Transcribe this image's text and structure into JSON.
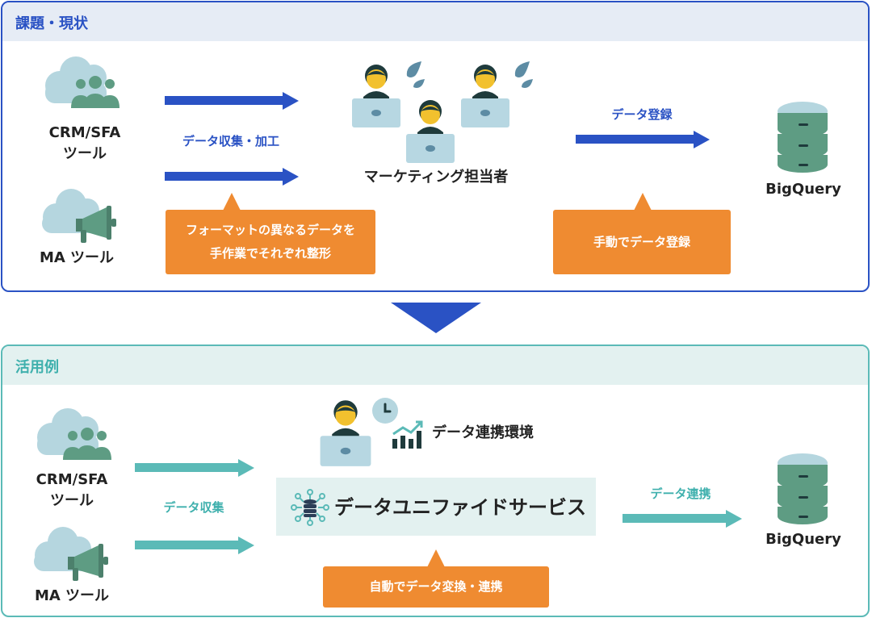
{
  "top_section": {
    "title": "課題・現状",
    "crm_label_1": "CRM/SFA",
    "crm_label_2": "ツール",
    "ma_label": "MA ツール",
    "collect_label": "データ収集・加工",
    "staff_label": "マーケティング担当者",
    "register_label": "データ登録",
    "bigquery_label": "BigQuery",
    "callout_left_1": "フォーマットの異なるデータを",
    "callout_left_2": "手作業でそれぞれ整形",
    "callout_right": "手動でデータ登録"
  },
  "bottom_section": {
    "title": "活用例",
    "crm_label_1": "CRM/SFA",
    "crm_label_2": "ツール",
    "ma_label": "MA ツール",
    "collect_label": "データ収集",
    "env_label": "データ連携環境",
    "service_label": "データユニファイドサービス",
    "link_label": "データ連携",
    "bigquery_label": "BigQuery",
    "callout": "自動でデータ変換・連携"
  },
  "icons": [
    "cloud-people-icon",
    "cloud-megaphone-icon",
    "worker-icon",
    "sweat-drop-icon",
    "database-icon",
    "down-arrow-icon",
    "clock-icon",
    "bar-chart-icon",
    "hub-icon"
  ],
  "colors": {
    "blue": "#2a52c4",
    "teal": "#5bbab7",
    "orange": "#ef8b31",
    "green": "#5e9c83",
    "cloud": "#b5d6df",
    "skin": "#f2c12e",
    "laptop": "#b7d7e2"
  }
}
